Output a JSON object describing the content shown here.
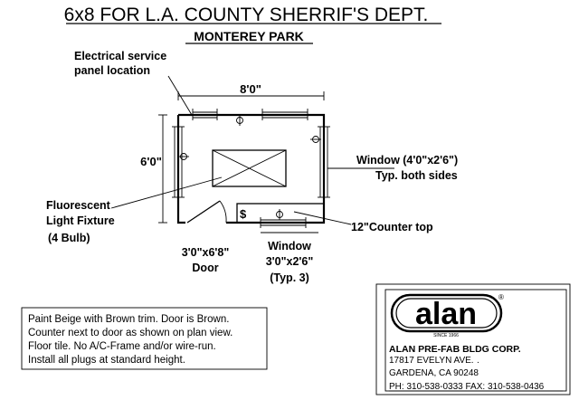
{
  "title": "6x8 FOR L.A. COUNTY SHERRIF'S DEPT.",
  "subtitle": "MONTEREY PARK",
  "labels": {
    "electrical_line1": "Electrical service",
    "electrical_line2": "panel location",
    "width_dim": "8'0\"",
    "height_dim": "6'0\"",
    "window_side_line1": "Window (4'0\"x2'6\")",
    "window_side_line2": "Typ. both sides",
    "fluor_line1": "Fluorescent",
    "fluor_line2": "Light Fixture",
    "fluor_line3": "(4 Bulb)",
    "counter": "12\"Counter top",
    "door_line1": "3'0\"x6'8\"",
    "door_line2": "Door",
    "window_front_line1": "Window",
    "window_front_line2": "3'0\"x2'6\"",
    "window_front_line3": "(Typ. 3)",
    "counter_symbol": "$"
  },
  "notes": [
    "Paint Beige with Brown trim.  Door is Brown.",
    "Counter next to door as shown on plan view.",
    "Floor tile.  No A/C-Frame and/or wire-run.",
    "Install all plugs at standard height."
  ],
  "company": {
    "logo_text": "alan",
    "logo_since": "SINCE 1966",
    "registered": "®",
    "name": "ALAN PRE-FAB BLDG CORP.",
    "address1": "17817 EVELYN AVE.",
    "address1_mark": ".",
    "address2": "GARDENA, CA 90248",
    "phone": "PH: 310-538-0333   FAX: 310-538-0436"
  }
}
